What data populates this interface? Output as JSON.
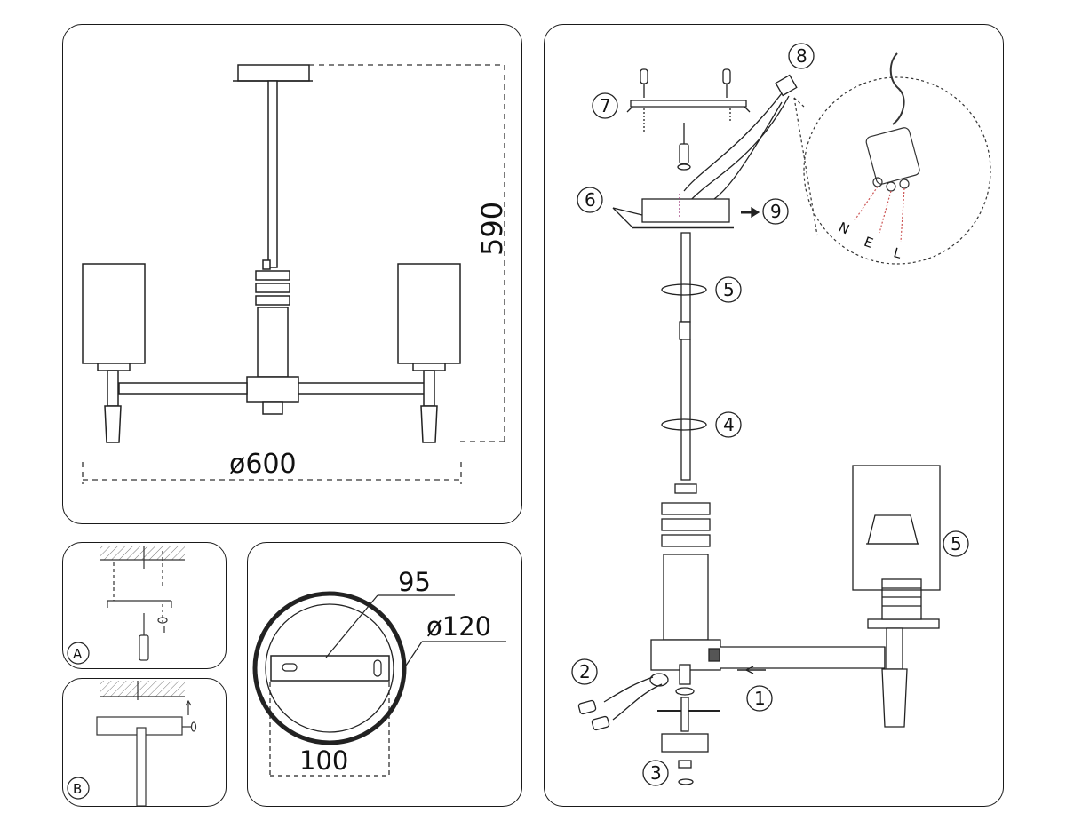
{
  "dimensions": {
    "height": "590",
    "width": "ø600",
    "plate_screw_spacing": "95",
    "plate_diameter": "ø120",
    "bracket_width": "100"
  },
  "panels": {
    "ceiling_detail_a": "A",
    "ceiling_detail_b": "B"
  },
  "assembly_steps": [
    "1",
    "2",
    "3",
    "4",
    "5",
    "5",
    "6",
    "7",
    "8",
    "9"
  ],
  "wire_labels": [
    "N",
    "E",
    "L"
  ]
}
